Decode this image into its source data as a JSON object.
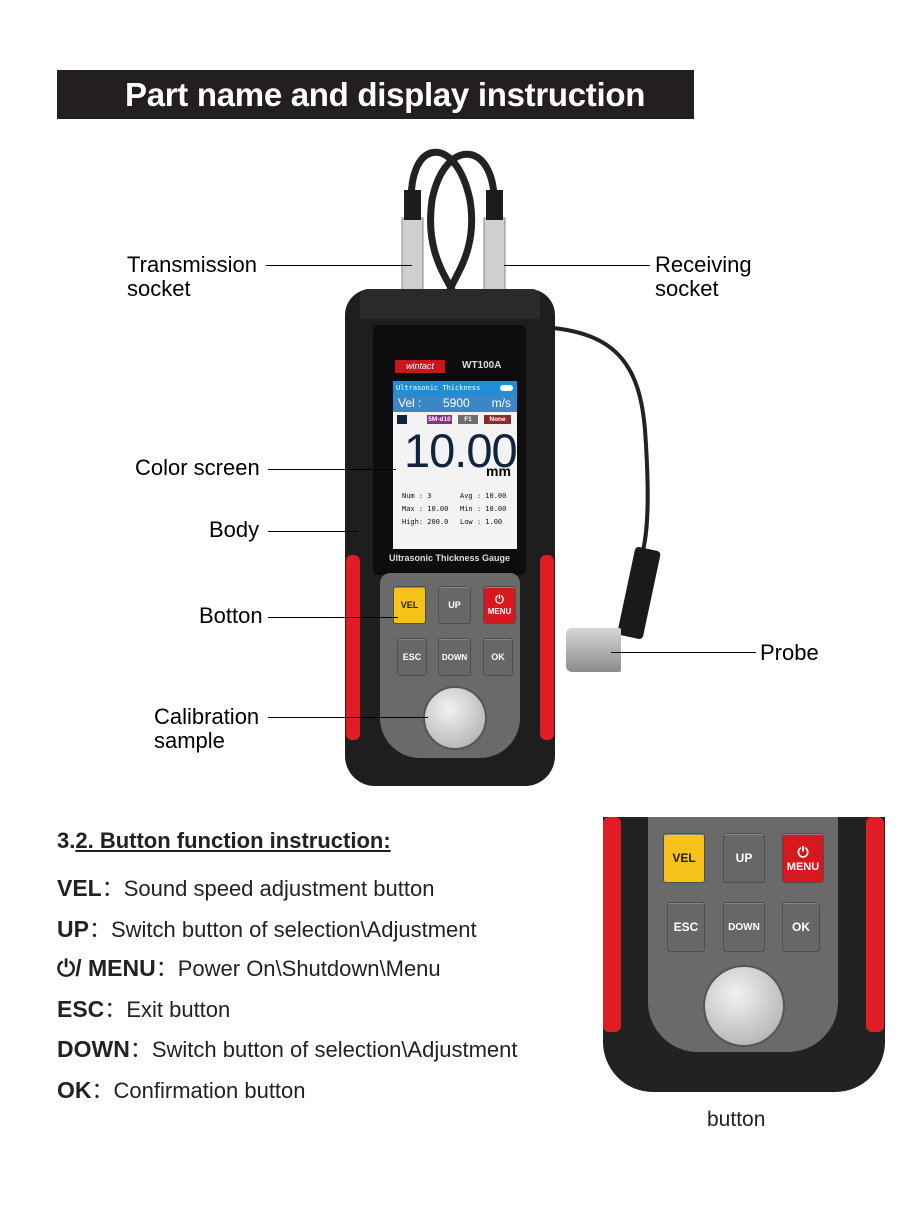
{
  "banner": {
    "title": "Part name and display instruction"
  },
  "callouts": {
    "transmission_socket": "Transmission\nsocket",
    "receiving_socket": "Receiving\nsocket",
    "color_screen": "Color screen",
    "body": "Body",
    "button": "Botton",
    "calibration_sample": "Calibration\nsample",
    "probe": "Probe"
  },
  "device": {
    "brand": "wintact",
    "model": "WT100A",
    "front_label": "Ultrasonic Thickness Gauge",
    "screen": {
      "title": "Ultrasonic Thickness",
      "vel_label": "Vel :",
      "vel_value": "5900",
      "vel_unit": "m/s",
      "chips": [
        {
          "text": "5M-d10",
          "color": "#8a2f86"
        },
        {
          "text": "F1",
          "color": "#6d6d6d"
        },
        {
          "text": "None",
          "color": "#8b2a2a"
        }
      ],
      "reading": "10.00",
      "reading_unit": "mm",
      "stats": {
        "num": "Num : 3",
        "avg": "Avg : 10.00",
        "max": "Max : 10.00",
        "min": "Min : 10.00",
        "high": "High: 200.0",
        "low": "Low : 1.00"
      }
    },
    "keys": {
      "vel": "VEL",
      "up": "UP",
      "menu_icon": "⏻",
      "menu": "MENU",
      "esc": "ESC",
      "down": "DOWN",
      "ok": "OK"
    }
  },
  "section": {
    "number": "3.",
    "heading": "2. Button function instruction:",
    "items": [
      {
        "key": "VEL",
        "sep": "：",
        "desc": "Sound speed adjustment button"
      },
      {
        "key": "UP",
        "sep": "：",
        "desc": "Switch button of selection\\Adjustment"
      },
      {
        "key": "⏻/ MENU",
        "sep": "：",
        "desc": "Power On\\Shutdown\\Menu"
      },
      {
        "key": "ESC",
        "sep": "：",
        "desc": "Exit button"
      },
      {
        "key": "DOWN",
        "sep": "：",
        "desc": "Switch button of selection\\Adjustment"
      },
      {
        "key": "OK",
        "sep": "：",
        "desc": "Confirmation button"
      }
    ]
  },
  "inset": {
    "caption": "button"
  },
  "colors": {
    "banner_bg": "#231f20",
    "accent_red": "#e01d24",
    "vel_yellow": "#f7c21a",
    "menu_red": "#d6191f"
  }
}
